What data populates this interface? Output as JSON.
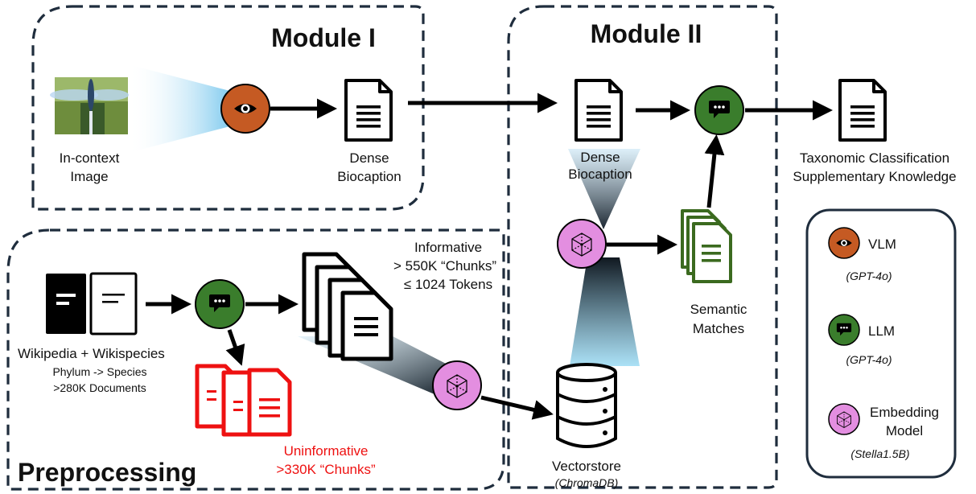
{
  "modules": {
    "module1": "Module I",
    "module2": "Module II",
    "preprocessing": "Preprocessing"
  },
  "labels": {
    "in_context_1": "In-context",
    "in_context_2": "Image",
    "dense1_1": "Dense",
    "dense1_2": "Biocaption",
    "dense2_1": "Dense",
    "dense2_2": "Biocaption",
    "taxo_1": "Taxonomic Classification",
    "taxo_2": "Supplementary Knowledge",
    "informative_1": "Informative",
    "informative_2": "> 550K “Chunks”",
    "informative_3": "≤ 1024 Tokens",
    "wiki_1": "Wikipedia + Wikispecies",
    "wiki_2": "Phylum -> Species",
    "wiki_3": ">280K Documents",
    "uninf_1": "Uninformative",
    "uninf_2": ">330K “Chunks”",
    "semantic_1": "Semantic",
    "semantic_2": "Matches",
    "vectorstore": "Vectorstore",
    "chromadb": "(ChromaDB)"
  },
  "legend": {
    "vlm": "VLM",
    "vlm_model": "(GPT-4o)",
    "llm": "LLM",
    "llm_model": "(GPT-4o)",
    "emb_1": "Embedding",
    "emb_2": "Model",
    "emb_model": "(Stella1.5B)"
  },
  "colors": {
    "vlm": "#c55a23",
    "llm": "#3a7d2c",
    "embedding": "#e38ee0",
    "uninformative": "#ee1111",
    "semantic_docs": "#3b6a1f"
  }
}
